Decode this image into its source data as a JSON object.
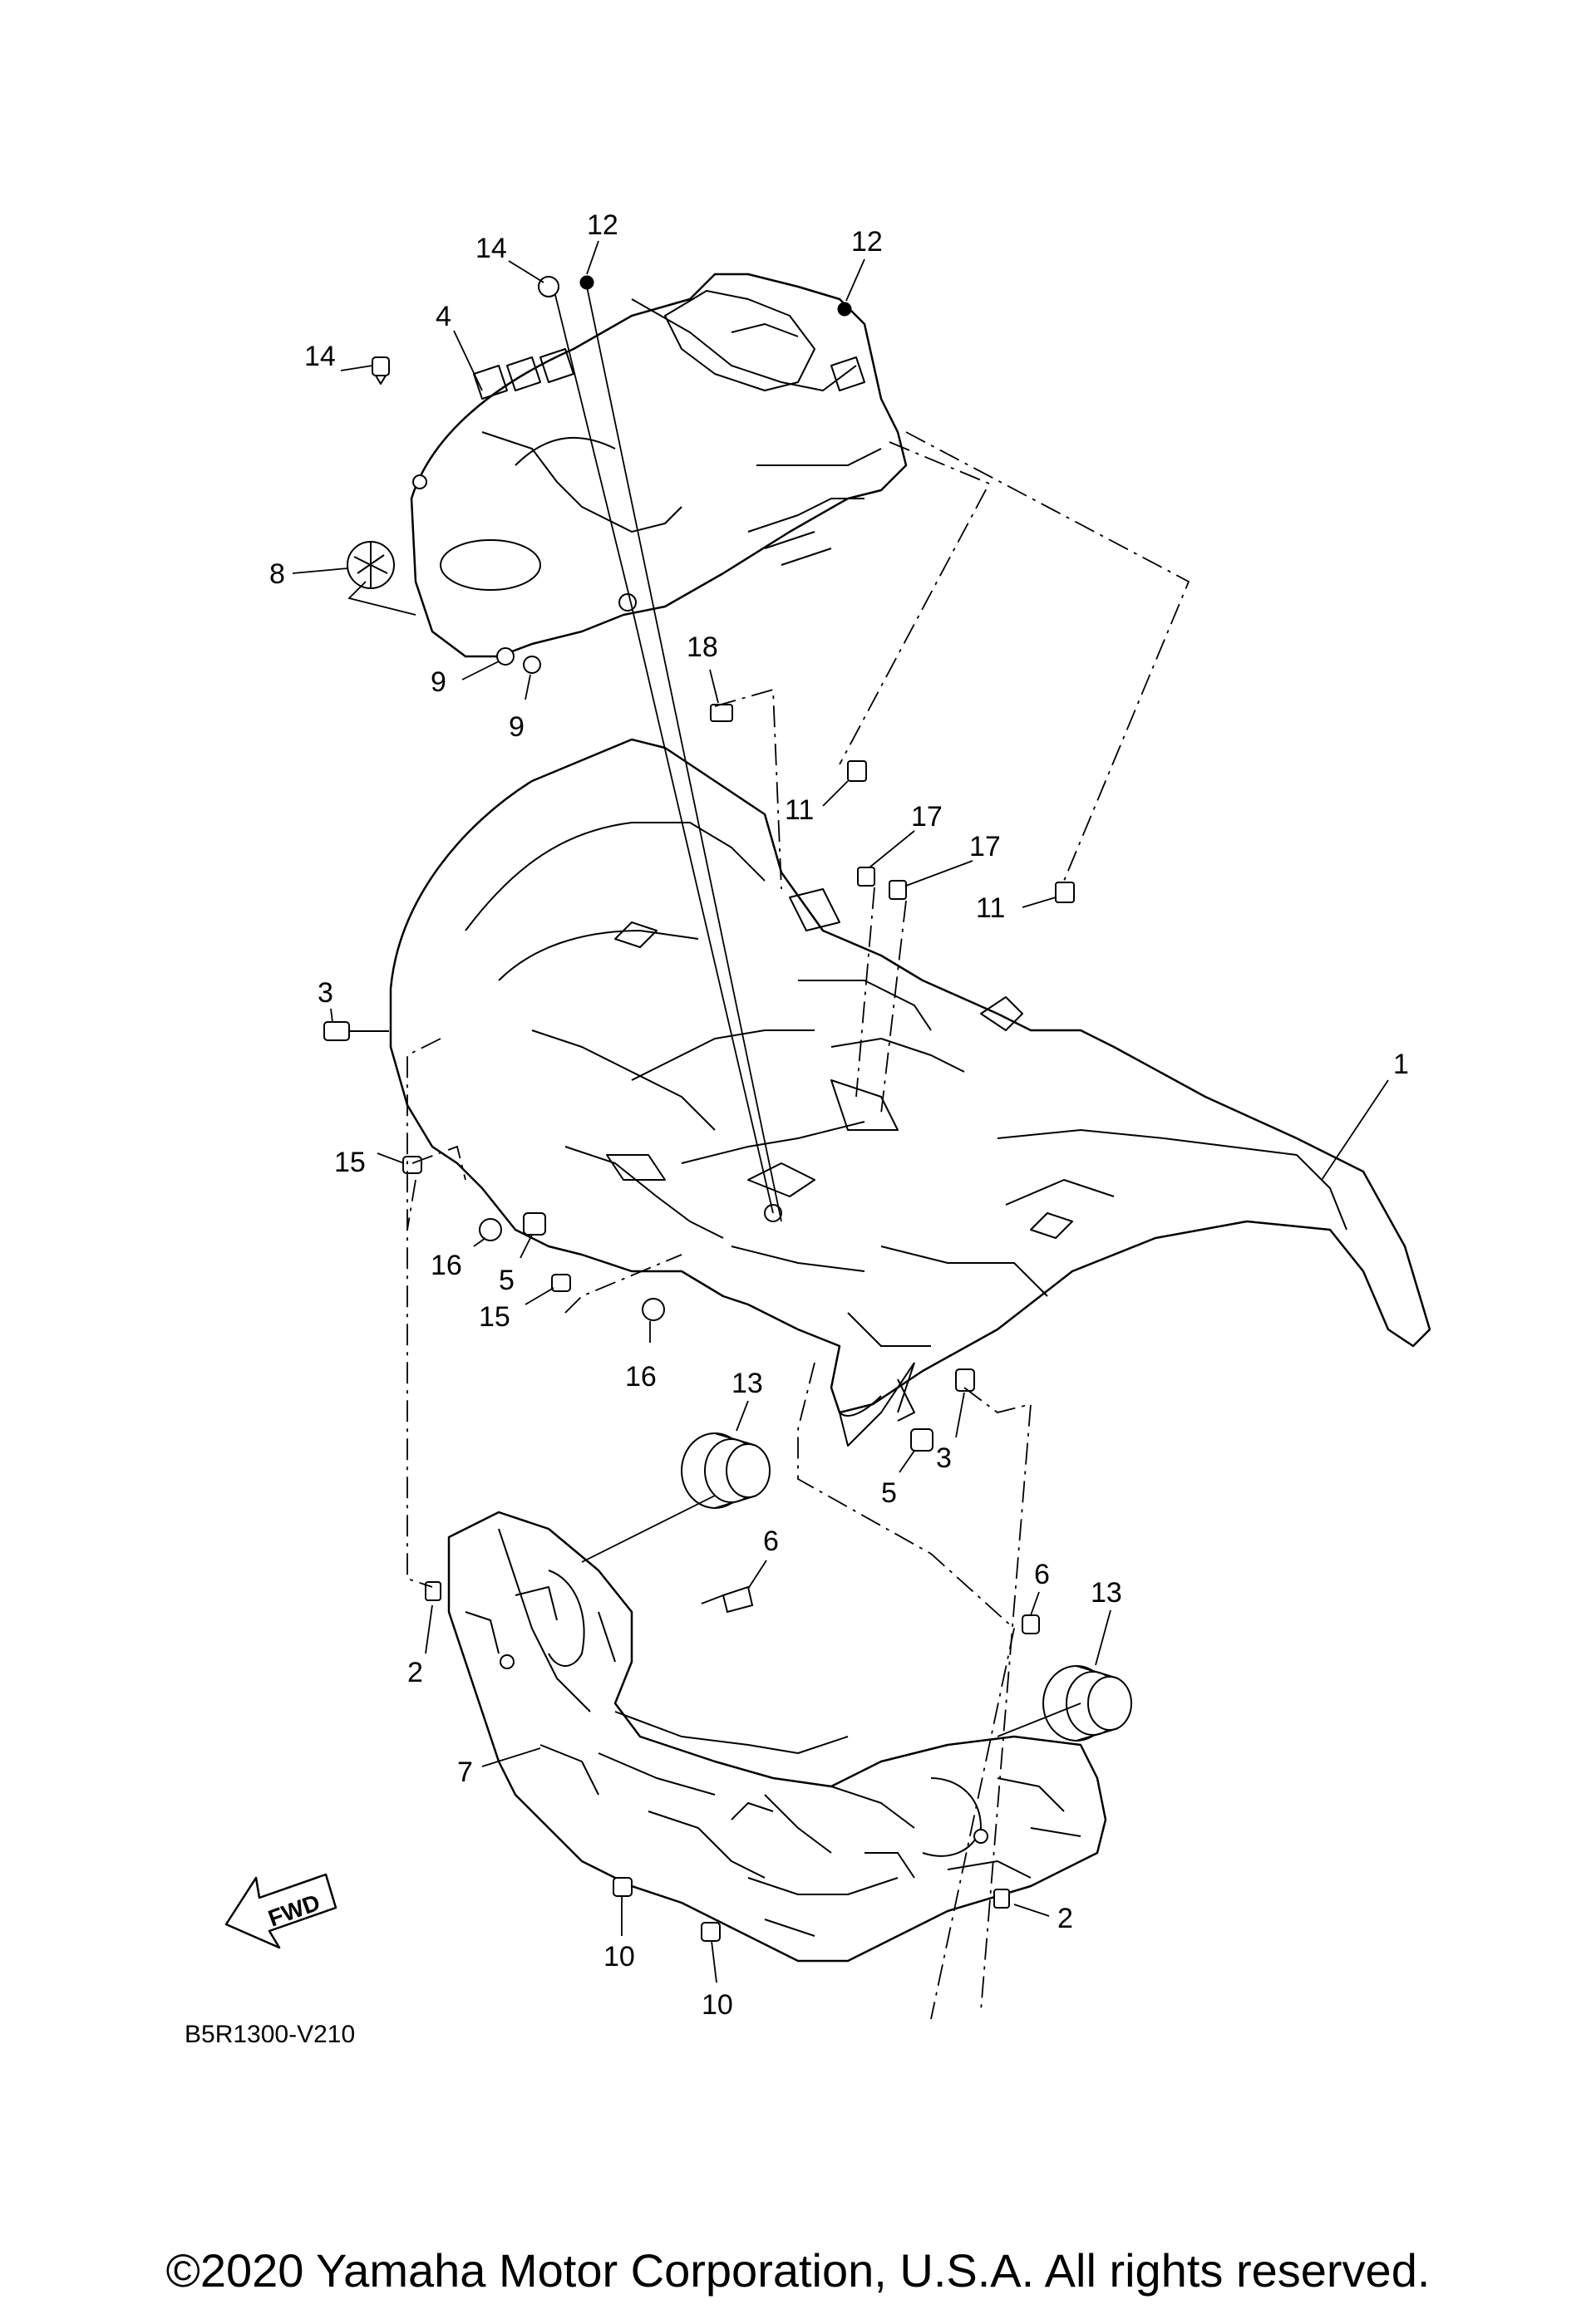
{
  "diagram": {
    "reference_code": "B5R1300-V210",
    "fwd_label": "FWD",
    "copyright": "©2020 Yamaha Motor Corporation, U.S.A. All rights reserved.",
    "callouts": {
      "c1": "1",
      "c2a": "2",
      "c2b": "2",
      "c3a": "3",
      "c3b": "3",
      "c4": "4",
      "c5a": "5",
      "c5b": "5",
      "c6a": "6",
      "c6b": "6",
      "c7": "7",
      "c8": "8",
      "c9a": "9",
      "c9b": "9",
      "c10a": "10",
      "c10b": "10",
      "c11a": "11",
      "c11b": "11",
      "c12a": "12",
      "c12b": "12",
      "c13a": "13",
      "c13b": "13",
      "c14a": "14",
      "c14b": "14",
      "c15a": "15",
      "c15b": "15",
      "c16a": "16",
      "c16b": "16",
      "c17a": "17",
      "c17b": "17",
      "c18": "18"
    }
  }
}
